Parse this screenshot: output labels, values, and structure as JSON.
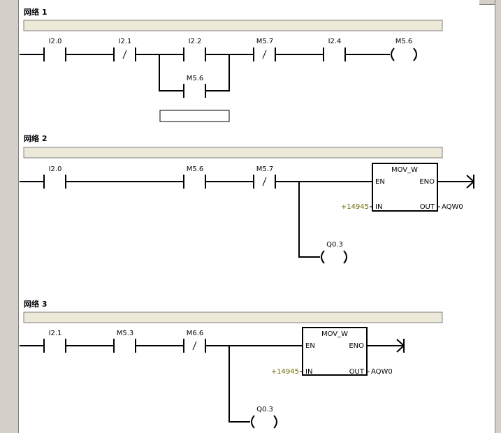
{
  "networks": [
    {
      "title": "网络 1",
      "contacts": [
        {
          "addr": "I2.0",
          "negated": false
        },
        {
          "addr": "I2.1",
          "negated": true
        },
        {
          "addr": "I2.2",
          "negated": false
        },
        {
          "addr": "M5.7",
          "negated": true
        },
        {
          "addr": "I2.4",
          "negated": false
        }
      ],
      "parallel_contact": {
        "addr": "M5.6",
        "negated": false
      },
      "coil": {
        "addr": "M5.6"
      }
    },
    {
      "title": "网络 2",
      "contacts": [
        {
          "addr": "I2.0",
          "negated": false
        },
        {
          "addr": "M5.6",
          "negated": false
        },
        {
          "addr": "M5.7",
          "negated": true
        }
      ],
      "box": {
        "name": "MOV_W",
        "en": "EN",
        "eno": "ENO",
        "in_pin": "IN",
        "out_pin": "OUT",
        "in_value": "+14945",
        "out_value": "AQW0"
      },
      "coil": {
        "addr": "Q0.3"
      }
    },
    {
      "title": "网络 3",
      "contacts": [
        {
          "addr": "I2.1",
          "negated": false
        },
        {
          "addr": "M5.3",
          "negated": false
        },
        {
          "addr": "M6.6",
          "negated": true
        }
      ],
      "box": {
        "name": "MOV_W",
        "en": "EN",
        "eno": "ENO",
        "in_pin": "IN",
        "out_pin": "OUT",
        "in_value": "+14945",
        "out_value": "AQW0"
      },
      "coil": {
        "addr": "Q0.3"
      }
    }
  ],
  "colors": {
    "rail": "#d4d0c8",
    "comment_bar": "#ece9d8",
    "constant": "#6b6b00"
  }
}
